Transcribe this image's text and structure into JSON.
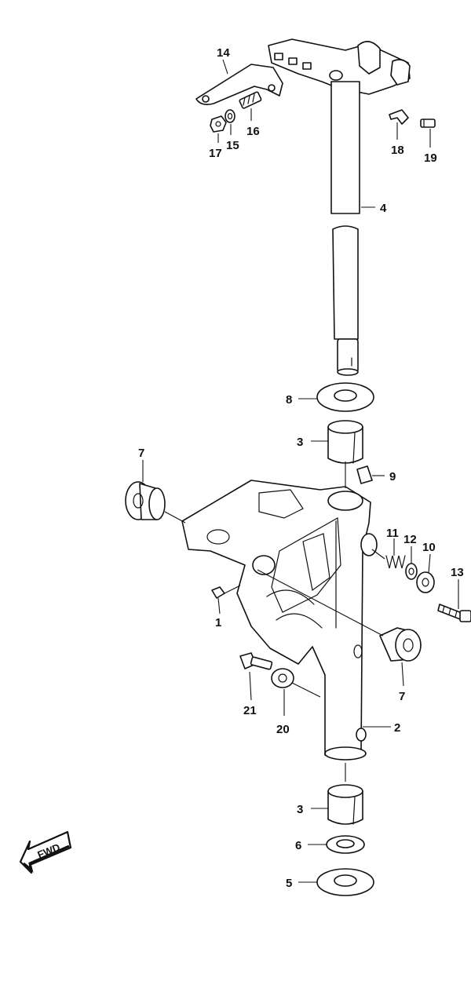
{
  "callouts": {
    "c1": "1",
    "c2": "2",
    "c3a": "3",
    "c3b": "3",
    "c4": "4",
    "c5": "5",
    "c6": "6",
    "c7a": "7",
    "c7b": "7",
    "c8": "8",
    "c9": "9",
    "c10": "10",
    "c11": "11",
    "c12": "12",
    "c13": "13",
    "c14": "14",
    "c15": "15",
    "c16": "16",
    "c17": "17",
    "c18": "18",
    "c19": "19",
    "c20": "20",
    "c21": "21"
  },
  "direction_badge": {
    "label": "FWD",
    "icon": "forward-arrow-icon"
  }
}
